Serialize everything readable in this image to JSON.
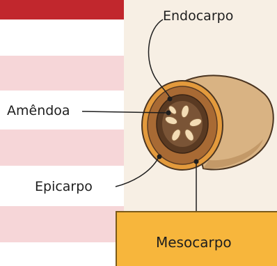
{
  "labels": {
    "endocarpo": "Endocarpo",
    "amendoa": "Amêndoa",
    "epicarpo": "Epicarpo",
    "mesocarpo": "Mesocarpo"
  },
  "colors": {
    "header_red": "#c1272d",
    "stripe_pink": "#f6d6d8",
    "background_beige": "#f7efe4",
    "mesocarpo_box": "#f7b63c",
    "fruit_skin": "#d9b383",
    "epicarpo_orange": "#e39a3c",
    "mesocarpo_brown": "#a86a34",
    "endocarpo_dark": "#5a3a22",
    "seed_cream": "#f3dcb5"
  }
}
